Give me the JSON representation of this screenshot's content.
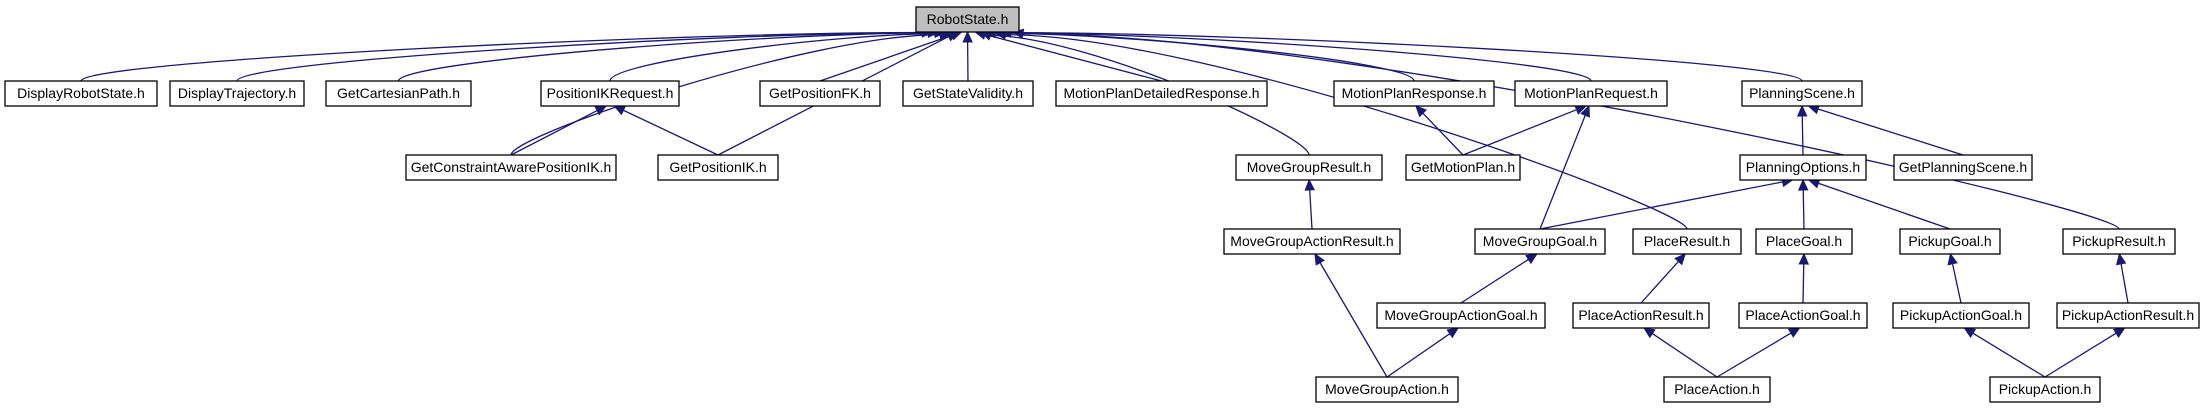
{
  "diagram": {
    "edge_color": "#191970",
    "root_fill": "#bfbfbf",
    "nodes": {
      "robotstate": "RobotState.h",
      "displayrobotstate": "DisplayRobotState.h",
      "displaytrajectory": "DisplayTrajectory.h",
      "getcartesianpath": "GetCartesianPath.h",
      "positionikrequest": "PositionIKRequest.h",
      "getpositionfk": "GetPositionFK.h",
      "getstatevalidity": "GetStateValidity.h",
      "motionplandetailedresponse": "MotionPlanDetailedResponse.h",
      "motionplanresponse": "MotionPlanResponse.h",
      "motionplanrequest": "MotionPlanRequest.h",
      "planningscene": "PlanningScene.h",
      "getconstraintawarepositionik": "GetConstraintAwarePositionIK.h",
      "getpositionik": "GetPositionIK.h",
      "movegroupresult": "MoveGroupResult.h",
      "getmotionplan": "GetMotionPlan.h",
      "planningoptions": "PlanningOptions.h",
      "getplanningscene": "GetPlanningScene.h",
      "movegroupactionresult": "MoveGroupActionResult.h",
      "movegroupgoal": "MoveGroupGoal.h",
      "placeresult": "PlaceResult.h",
      "placegoal": "PlaceGoal.h",
      "pickupgoal": "PickupGoal.h",
      "pickupresult": "PickupResult.h",
      "movegroupactiongoal": "MoveGroupActionGoal.h",
      "placeactionresult": "PlaceActionResult.h",
      "placeactiongoal": "PlaceActionGoal.h",
      "pickupactiongoal": "PickupActionGoal.h",
      "pickupactionresult": "PickupActionResult.h",
      "movegroupaction": "MoveGroupAction.h",
      "placeaction": "PlaceAction.h",
      "pickupaction": "PickupAction.h"
    },
    "edges": [
      [
        "displayrobotstate",
        "robotstate"
      ],
      [
        "displaytrajectory",
        "robotstate"
      ],
      [
        "getcartesianpath",
        "robotstate"
      ],
      [
        "positionikrequest",
        "robotstate"
      ],
      [
        "getpositionfk",
        "robotstate"
      ],
      [
        "getstatevalidity",
        "robotstate"
      ],
      [
        "motionplandetailedresponse",
        "robotstate"
      ],
      [
        "motionplanresponse",
        "robotstate"
      ],
      [
        "motionplanrequest",
        "robotstate"
      ],
      [
        "planningscene",
        "robotstate"
      ],
      [
        "getconstraintawarepositionik",
        "robotstate"
      ],
      [
        "getpositionik",
        "robotstate"
      ],
      [
        "movegroupresult",
        "robotstate"
      ],
      [
        "placeresult",
        "robotstate"
      ],
      [
        "pickupresult",
        "robotstate"
      ],
      [
        "getconstraintawarepositionik",
        "positionikrequest"
      ],
      [
        "getpositionik",
        "positionikrequest"
      ],
      [
        "getmotionplan",
        "motionplanresponse"
      ],
      [
        "getmotionplan",
        "motionplanrequest"
      ],
      [
        "movegroupgoal",
        "motionplanrequest"
      ],
      [
        "planningoptions",
        "planningscene"
      ],
      [
        "getplanningscene",
        "planningscene"
      ],
      [
        "movegroupgoal",
        "planningoptions"
      ],
      [
        "placegoal",
        "planningoptions"
      ],
      [
        "pickupgoal",
        "planningoptions"
      ],
      [
        "movegroupactionresult",
        "movegroupresult"
      ],
      [
        "movegroupaction",
        "movegroupactionresult"
      ],
      [
        "movegroupactiongoal",
        "movegroupgoal"
      ],
      [
        "movegroupaction",
        "movegroupactiongoal"
      ],
      [
        "placeactionresult",
        "placeresult"
      ],
      [
        "placeaction",
        "placeactionresult"
      ],
      [
        "placeactiongoal",
        "placegoal"
      ],
      [
        "placeaction",
        "placeactiongoal"
      ],
      [
        "pickupactiongoal",
        "pickupgoal"
      ],
      [
        "pickupaction",
        "pickupactiongoal"
      ],
      [
        "pickupactionresult",
        "pickupresult"
      ],
      [
        "pickupaction",
        "pickupactionresult"
      ]
    ]
  }
}
